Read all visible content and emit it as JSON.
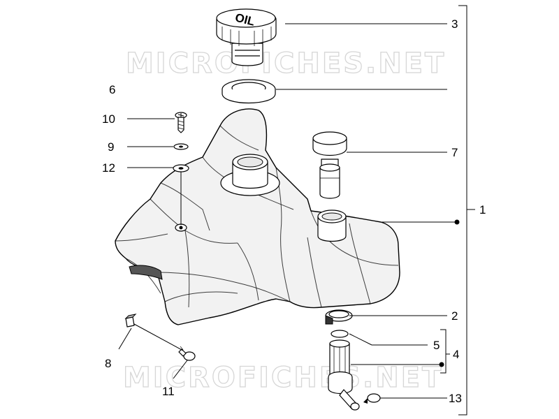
{
  "watermark": {
    "text": "MICROFICHES.NET"
  },
  "cap_marking": "OIL",
  "callouts": {
    "c1": "1",
    "c2": "2",
    "c3": "3",
    "c4": "4",
    "c5": "5",
    "c6": "6",
    "c7": "7",
    "c8": "8",
    "c9": "9",
    "c10": "10",
    "c11": "11",
    "c12": "12",
    "c13": "13"
  }
}
